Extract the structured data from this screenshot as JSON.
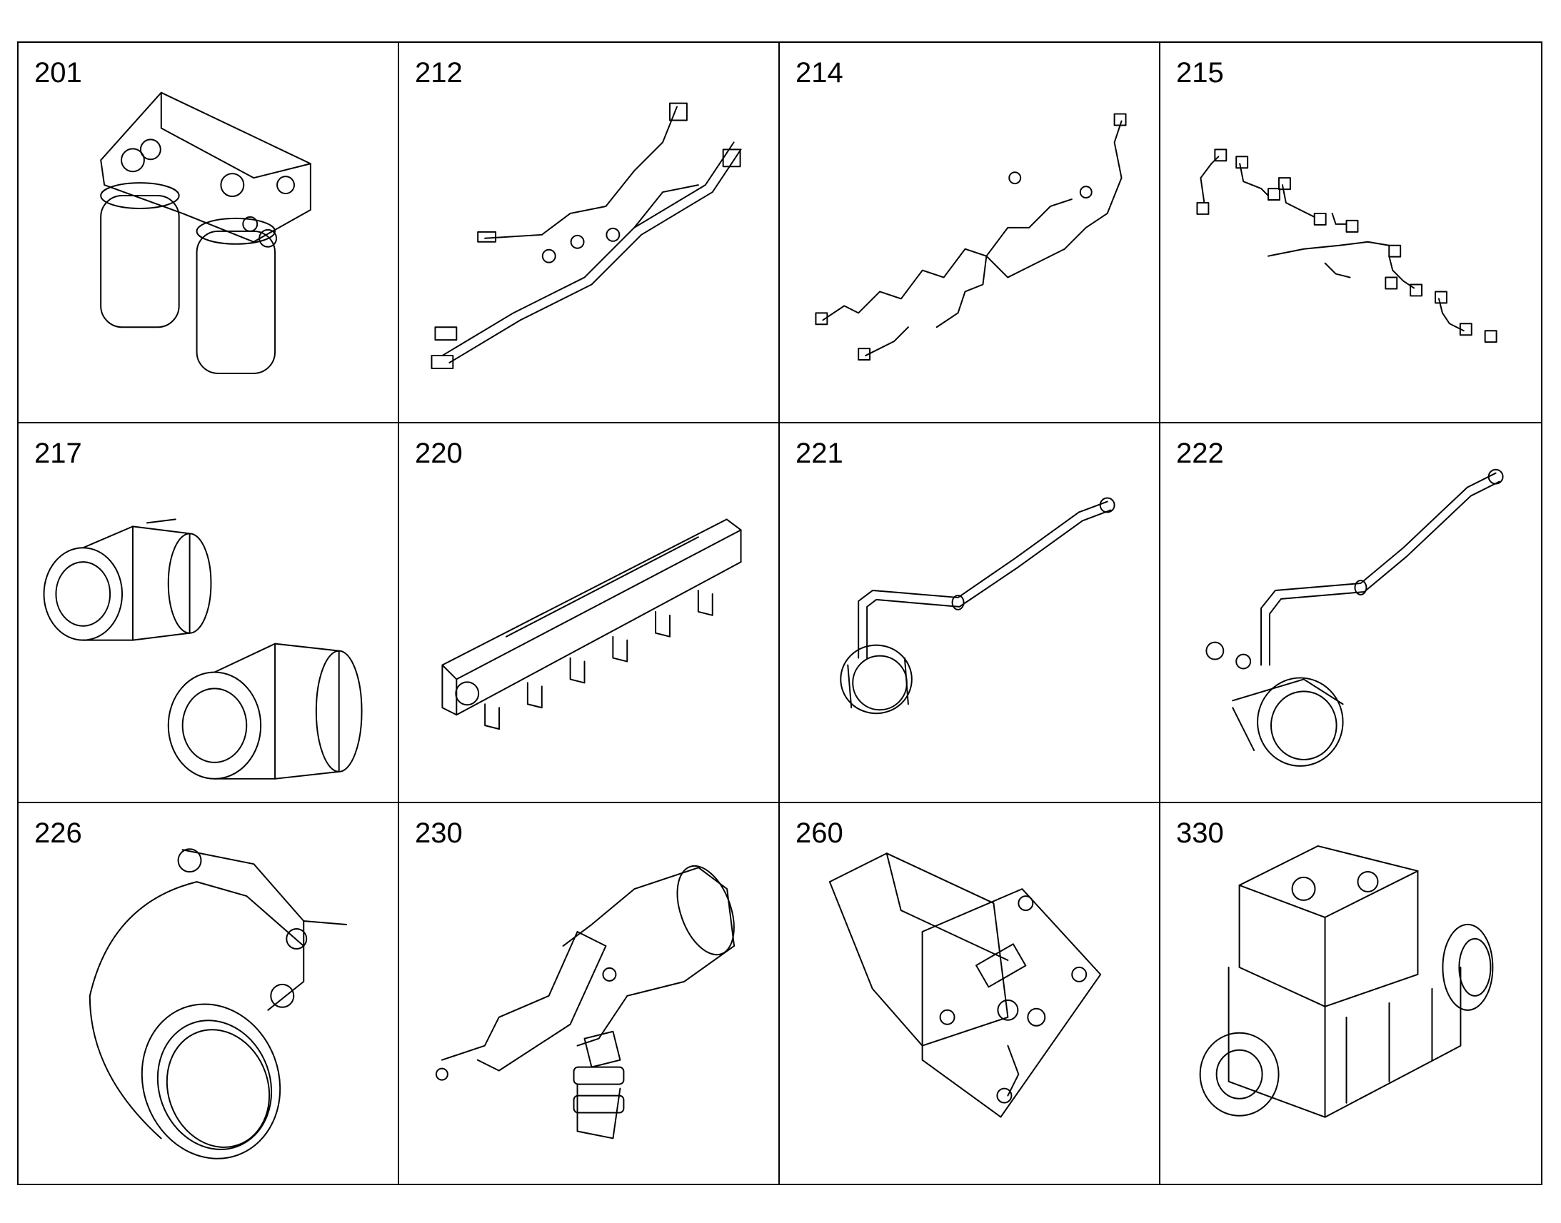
{
  "parts": [
    {
      "number": "201",
      "icon": "dual-fuel-filter-icon"
    },
    {
      "number": "212",
      "icon": "wiring-harness-icon"
    },
    {
      "number": "214",
      "icon": "sensor-harness-icon"
    },
    {
      "number": "215",
      "icon": "injector-leads-icon"
    },
    {
      "number": "217",
      "icon": "hose-fittings-icon"
    },
    {
      "number": "220",
      "icon": "intake-manifold-icon"
    },
    {
      "number": "221",
      "icon": "pipe-with-clamp-icon"
    },
    {
      "number": "222",
      "icon": "pipe-with-coupling-icon"
    },
    {
      "number": "226",
      "icon": "elbow-housing-icon"
    },
    {
      "number": "230",
      "icon": "air-duct-bracket-icon"
    },
    {
      "number": "260",
      "icon": "mounting-plate-icon"
    },
    {
      "number": "330",
      "icon": "air-compressor-icon"
    }
  ]
}
